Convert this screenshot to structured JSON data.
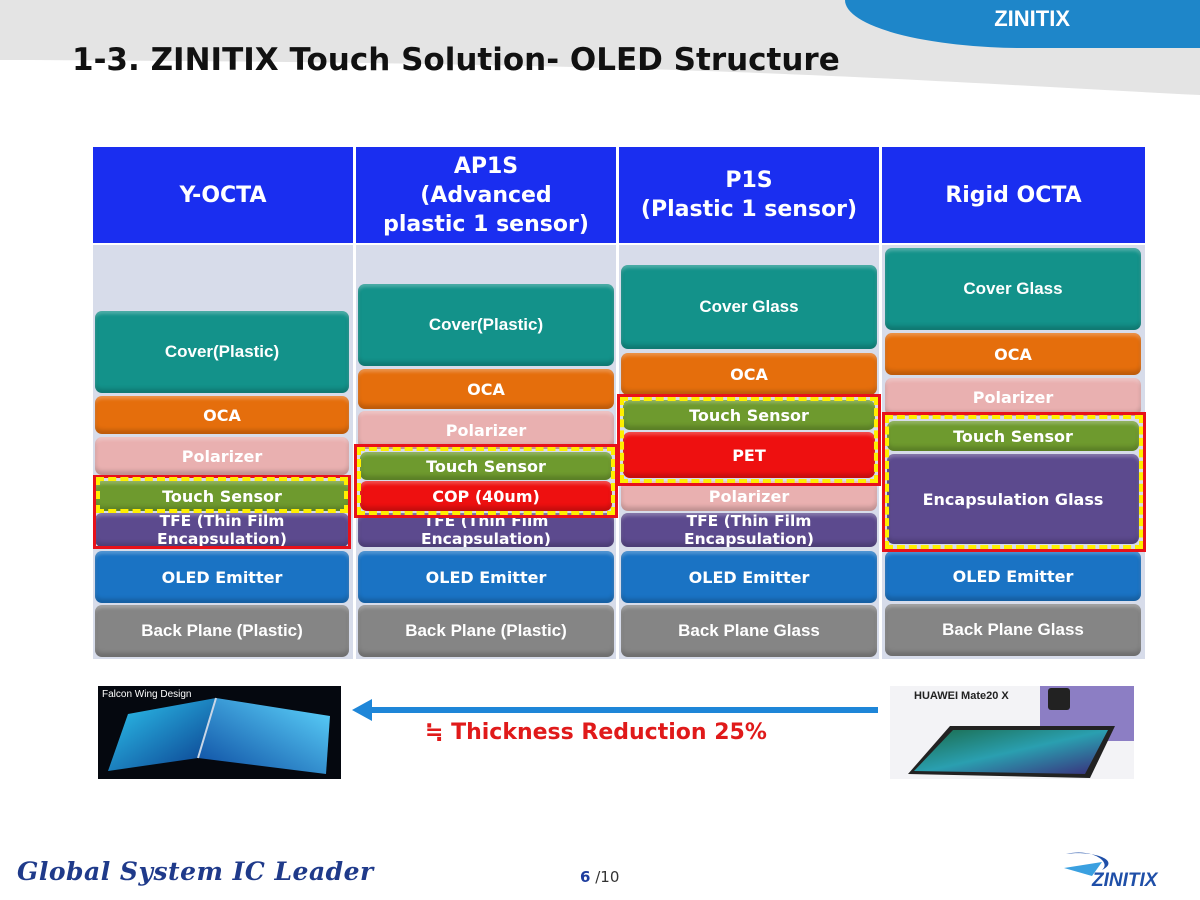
{
  "brand": "ZINITIX",
  "title": "1-3. ZINITIX Touch Solution- OLED Structure",
  "colors": {
    "header": "#1a2ef0",
    "cover": "#13928a",
    "oca": "#e56e0c",
    "polarizer": "#e9b0b0",
    "touch_sensor": "#6e9a2e",
    "red_layer": "#ee1010",
    "encapsulation": "#5c4a8e",
    "oled": "#1a73c4",
    "back_plane": "#858585",
    "highlight_dash": "#ffef00",
    "highlight_border": "#e8111a"
  },
  "columns": [
    {
      "header": "Y-OCTA",
      "layers": {
        "cover": "Cover(Plastic)",
        "oca": "OCA",
        "polarizer": "Polarizer",
        "touch": "Touch Sensor",
        "tfe": "TFE (Thin Film Encapsulation)",
        "oled": "OLED Emitter",
        "back": "Back Plane (Plastic)"
      }
    },
    {
      "header": "AP1S\n(Advanced\nplastic 1 sensor)",
      "layers": {
        "cover": "Cover(Plastic)",
        "oca": "OCA",
        "polarizer": "Polarizer",
        "touch": "Touch Sensor",
        "cop": "COP (40um)",
        "tfe": "TFE (Thin Film Encapsulation)",
        "oled": "OLED Emitter",
        "back": "Back Plane (Plastic)"
      }
    },
    {
      "header": "P1S\n(Plastic 1 sensor)",
      "layers": {
        "cover": "Cover Glass",
        "oca": "OCA",
        "touch": "Touch Sensor",
        "pet": "PET",
        "polarizer": "Polarizer",
        "tfe": "TFE (Thin Film Encapsulation)",
        "oled": "OLED Emitter",
        "back": "Back Plane Glass"
      }
    },
    {
      "header": "Rigid OCTA",
      "layers": {
        "cover": "Cover Glass",
        "oca": "OCA",
        "polarizer": "Polarizer",
        "touch": "Touch Sensor",
        "encapsulation": "Encapsulation Glass",
        "oled": "OLED Emitter",
        "back": "Back Plane Glass"
      }
    }
  ],
  "images": {
    "left_caption": "Falcon Wing Design",
    "right_caption": "HUAWEI Mate20 X"
  },
  "reduction_text": "≒ Thickness Reduction 25%",
  "footer": {
    "slogan": "Global System IC Leader",
    "page_current": "6",
    "page_total": "/10",
    "logo_text": "ZINITIX"
  }
}
